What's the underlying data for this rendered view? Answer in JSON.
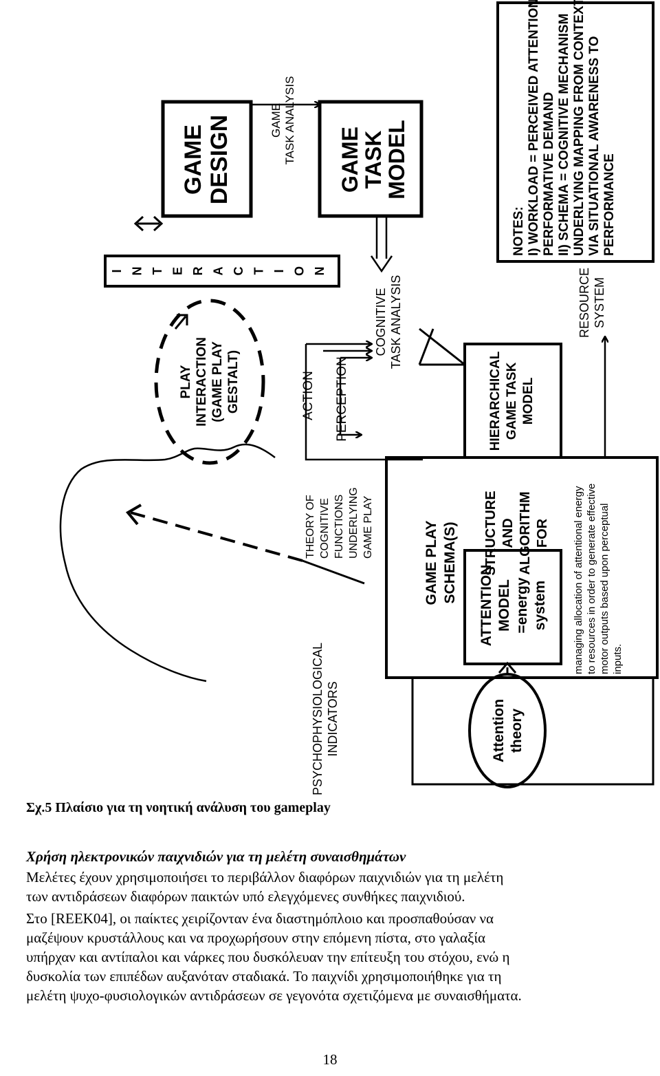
{
  "figure": {
    "game_design": [
      "GAME",
      "DESIGN"
    ],
    "game_task_model": [
      "GAME",
      "TASK",
      "MODEL"
    ],
    "game_task_analysis": [
      "GAME",
      "TASK ANALYSIS"
    ],
    "interaction_letters": [
      "I",
      "N",
      "T",
      "E",
      "R",
      "A",
      "C",
      "T",
      "I",
      "O",
      "N"
    ],
    "play_interaction": [
      "PLAY",
      "INTERACTION",
      "(GAME PLAY",
      "GESTALT)"
    ],
    "action": "ACTION",
    "perception": "PERCEPTION",
    "cognitive_task_analysis": [
      "COGNITIVE",
      "TASK ANALYSIS"
    ],
    "notes": [
      "NOTES:",
      "I) WORKLOAD = PERCEIVED ATTENTIONAL/",
      "PERFORMATIVE DEMAND",
      "II) SCHEMA = COGNITIVE MECHANISM",
      "UNDERLYING MAPPING FROM CONTEXT",
      "VIA SITUATIONAL AWARENESS TO",
      "PERFORMANCE"
    ],
    "theory_of_cognitive": [
      "THEORY OF",
      "COGNITIVE",
      "FUNCTIONS",
      "UNDERLYING",
      "GAME PLAY"
    ],
    "game_play_schema": [
      "GAME PLAY",
      "SCHEMA(S)"
    ],
    "hierarchical_model": [
      "HIERARCHICAL",
      "GAME TASK",
      "MODEL"
    ],
    "structure_algorithm": [
      "STRUCTURE",
      "AND",
      "ALGORITHM",
      "FOR"
    ],
    "attention_model": [
      "ATTENTION",
      "MODEL",
      "=energy",
      "system"
    ],
    "managing_text": [
      "managing allocation of attentional energy",
      "to resources in order to generate effective",
      "motor outputs based upon perceptual",
      "inputs."
    ],
    "resource_system": [
      "RESOURCE",
      "SYSTEM"
    ],
    "psychophysiological": [
      "PSYCHOPHYSIOLOGICAL",
      "INDICATORS"
    ],
    "attention_theory": [
      "Attention",
      "theory"
    ]
  },
  "caption": "Σχ.5 Πλαίσιο για τη νοητική ανάλυση του gameplay",
  "section_title": "Χρήση ηλεκτρονικών παιχνιδιών για τη μελέτη συναισθημάτων",
  "paragraph1": [
    "Μελέτες έχουν χρησιμοποιήσει το περιβάλλον διαφόρων παιχνιδιών για τη μελέτη",
    "των αντιδράσεων διαφόρων παικτών υπό ελεγχόμενες συνθήκες παιχνιδιού."
  ],
  "paragraph2": [
    "Στο [REEK04], οι παίκτες χειρίζονταν ένα διαστημόπλοιο και προσπαθούσαν να",
    "μαζέψουν κρυστάλλους και να προχωρήσουν στην επόμενη πίστα, στο γαλαξία",
    "υπήρχαν και αντίπαλοι και νάρκες που δυσκόλευαν την επίτευξη του στόχου, ενώ η",
    "δυσκολία των επιπέδων αυξανόταν σταδιακά. Το παιχνίδι χρησιμοποιήθηκε για τη",
    "μελέτη ψυχο-φυσιολογικών αντιδράσεων σε γεγονότα σχετιζόμενα με συναισθήματα."
  ],
  "page_number": "18"
}
